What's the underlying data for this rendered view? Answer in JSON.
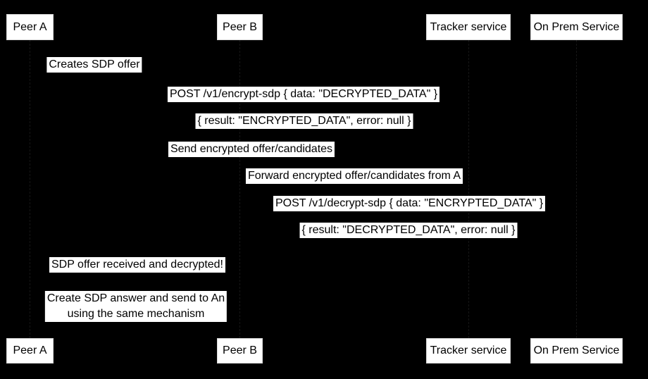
{
  "diagram": {
    "type": "sequence-diagram",
    "colors": {
      "background": "#000000",
      "actor_fill": "#ffffff",
      "actor_text": "#000000",
      "message_fill": "#ffffff",
      "message_text": "#000000",
      "lifeline": "#161616"
    },
    "participants": [
      {
        "id": "peer-a",
        "label": "Peer A"
      },
      {
        "id": "peer-b",
        "label": "Peer B"
      },
      {
        "id": "tracker",
        "label": "Tracker service"
      },
      {
        "id": "onprem",
        "label": "On Prem Service"
      }
    ],
    "messages": [
      {
        "from": "peer-a",
        "to": "peer-a",
        "text": "Creates SDP offer"
      },
      {
        "from": "peer-a",
        "to": "onprem",
        "text": "POST /v1/encrypt-sdp { data: \"DECRYPTED_DATA\" }"
      },
      {
        "from": "onprem",
        "to": "peer-a",
        "text": "{ result: \"ENCRYPTED_DATA\", error: null }"
      },
      {
        "from": "peer-a",
        "to": "tracker",
        "text": "Send encrypted offer/candidates"
      },
      {
        "from": "tracker",
        "to": "peer-b",
        "text": "Forward encrypted offer/candidates from A"
      },
      {
        "from": "peer-b",
        "to": "onprem",
        "text": "POST /v1/decrypt-sdp { data: \"ENCRYPTED_DATA\" }"
      },
      {
        "from": "onprem",
        "to": "peer-b",
        "text": "{ result: \"DECRYPTED_DATA\", error: null }"
      },
      {
        "from": "peer-b",
        "to": "peer-a",
        "text": "SDP offer received and decrypted!"
      },
      {
        "from": "peer-a",
        "to": "peer-b",
        "text": "Create SDP answer and send to An\nusing the same mechanism"
      }
    ]
  }
}
